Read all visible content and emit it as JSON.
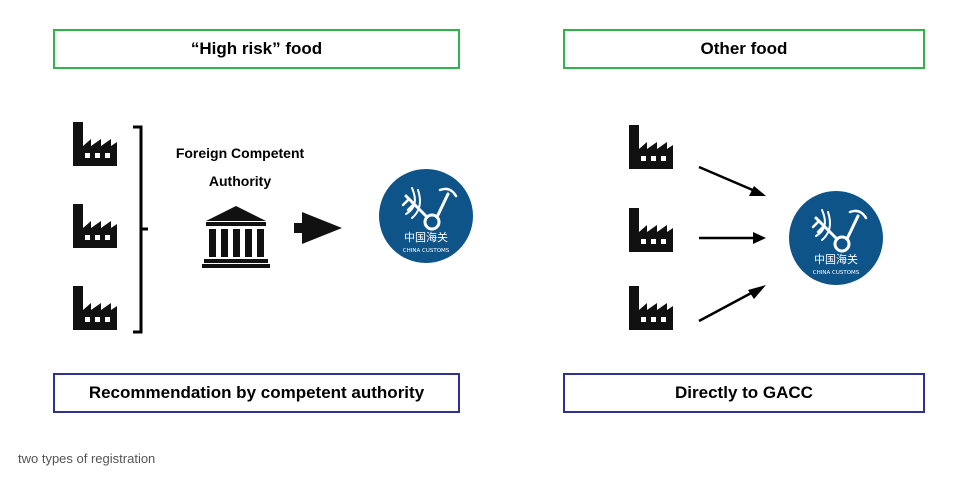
{
  "high_risk": {
    "title": "“High risk” food",
    "authority_line1": "Foreign Competent",
    "authority_line2": "Authority",
    "footer": "Recommendation by competent authority"
  },
  "other": {
    "title": "Other food",
    "footer": "Directly to GACC"
  },
  "customs_logo": {
    "cn_text": "中国海关",
    "en_text": "CHINA CUSTOMS",
    "color": "#0e5489"
  },
  "caption": "two types of registration",
  "colors": {
    "green_border": "#2fb34a",
    "blue_border": "#2e3192"
  }
}
